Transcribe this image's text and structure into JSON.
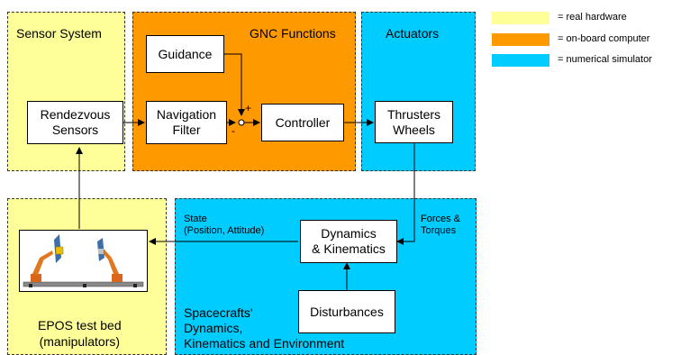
{
  "legend": [
    {
      "label": "= real hardware",
      "color": "#ffff99"
    },
    {
      "label": "= on-board computer",
      "color": "#ff9900"
    },
    {
      "label": "= numerical simulator",
      "color": "#00ccff"
    }
  ],
  "regions": {
    "sensor_system": {
      "title": "Sensor System",
      "color": "#ffff99"
    },
    "gnc_functions": {
      "title": "GNC Functions",
      "color": "#ff9900"
    },
    "actuators": {
      "title": "Actuators",
      "color": "#00ccff"
    },
    "epos": {
      "title": "EPOS test bed\n(manipulators)",
      "color": "#ffff99"
    },
    "simulator": {
      "title": "Spacecrafts'\nDynamics,\nKinematics and Environment",
      "color": "#00ccff"
    }
  },
  "blocks": {
    "rendezvous_sensors": "Rendezvous\nSensors",
    "guidance": "Guidance",
    "navigation_filter": "Navigation\nFilter",
    "controller": "Controller",
    "thrusters_wheels": "Thrusters\nWheels",
    "dynamics_kinematics": "Dynamics\n& Kinematics",
    "disturbances": "Disturbances"
  },
  "labels": {
    "state": "State\n(Position, Attitude)",
    "forces_torques": "Forces &\nTorques",
    "plus_sign": "+",
    "minus_sign": "-"
  },
  "testbed_image": {
    "description_icon": "robot-manipulators-icon"
  }
}
